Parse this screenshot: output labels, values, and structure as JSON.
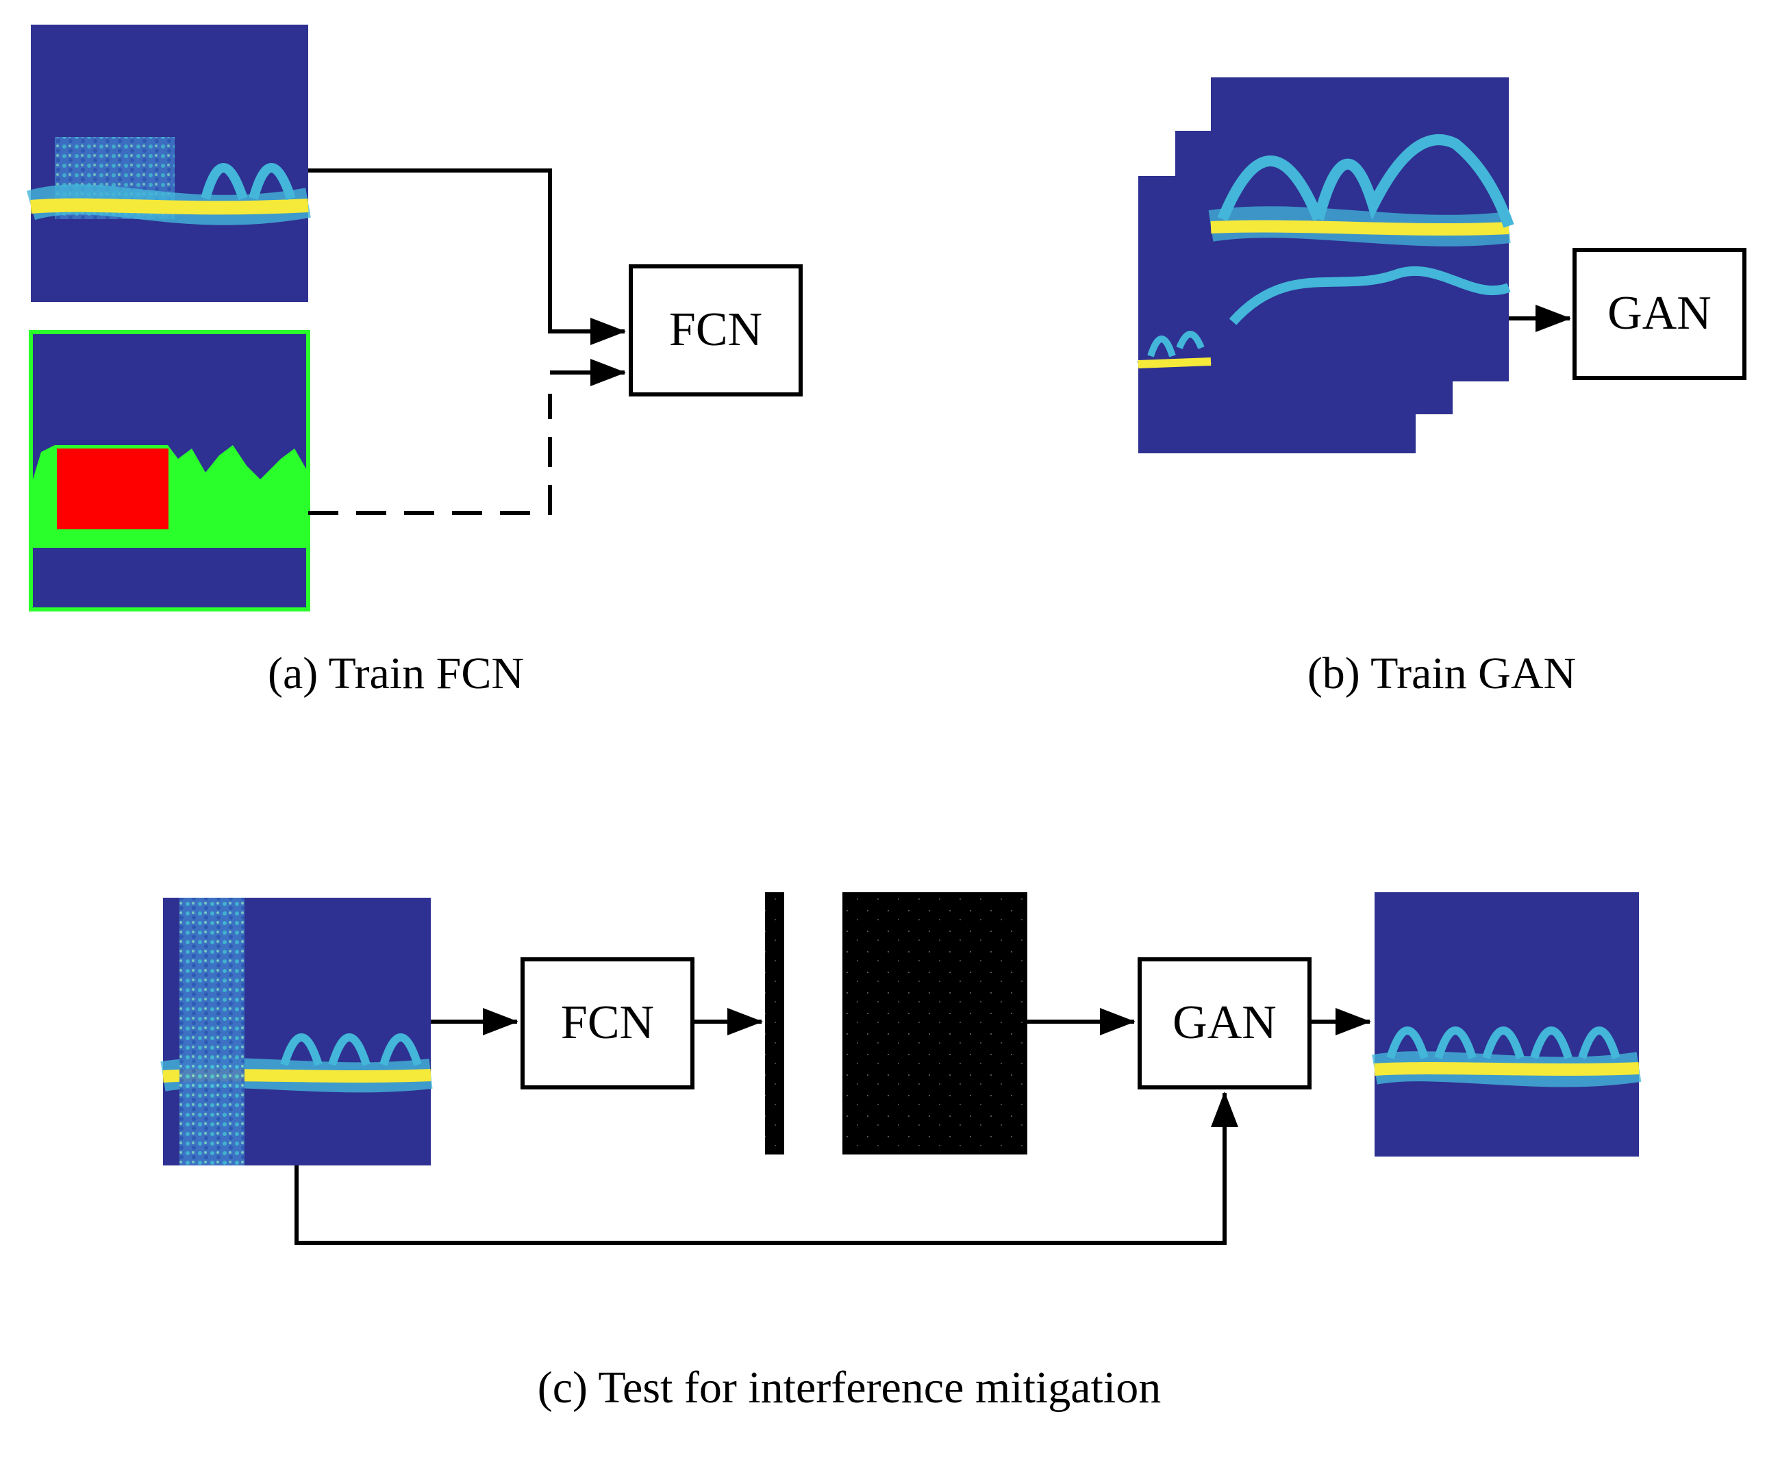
{
  "colors": {
    "spectrogram_background": "#2e3191",
    "spectrogram_signal": "#f5e93a",
    "spectrogram_trace": "#43b6d9",
    "mask_foreground": "#2bff2b",
    "mask_interference": "#ff0000",
    "mask_output": "#000000",
    "line": "#000000"
  },
  "panel_a": {
    "block_label": "FCN",
    "caption": "(a) Train FCN",
    "inputs": [
      "spectrogram-image",
      "label-mask-image"
    ]
  },
  "panel_b": {
    "block_label": "GAN",
    "caption": "(b) Train GAN",
    "inputs": [
      "spectrogram-stack"
    ]
  },
  "panel_c": {
    "fcn_label": "FCN",
    "gan_label": "GAN",
    "caption": "(c) Test for interference mitigation",
    "flow": [
      "interfered-spectrogram",
      "FCN",
      "masks",
      "GAN",
      "mitigated-spectrogram"
    ]
  }
}
